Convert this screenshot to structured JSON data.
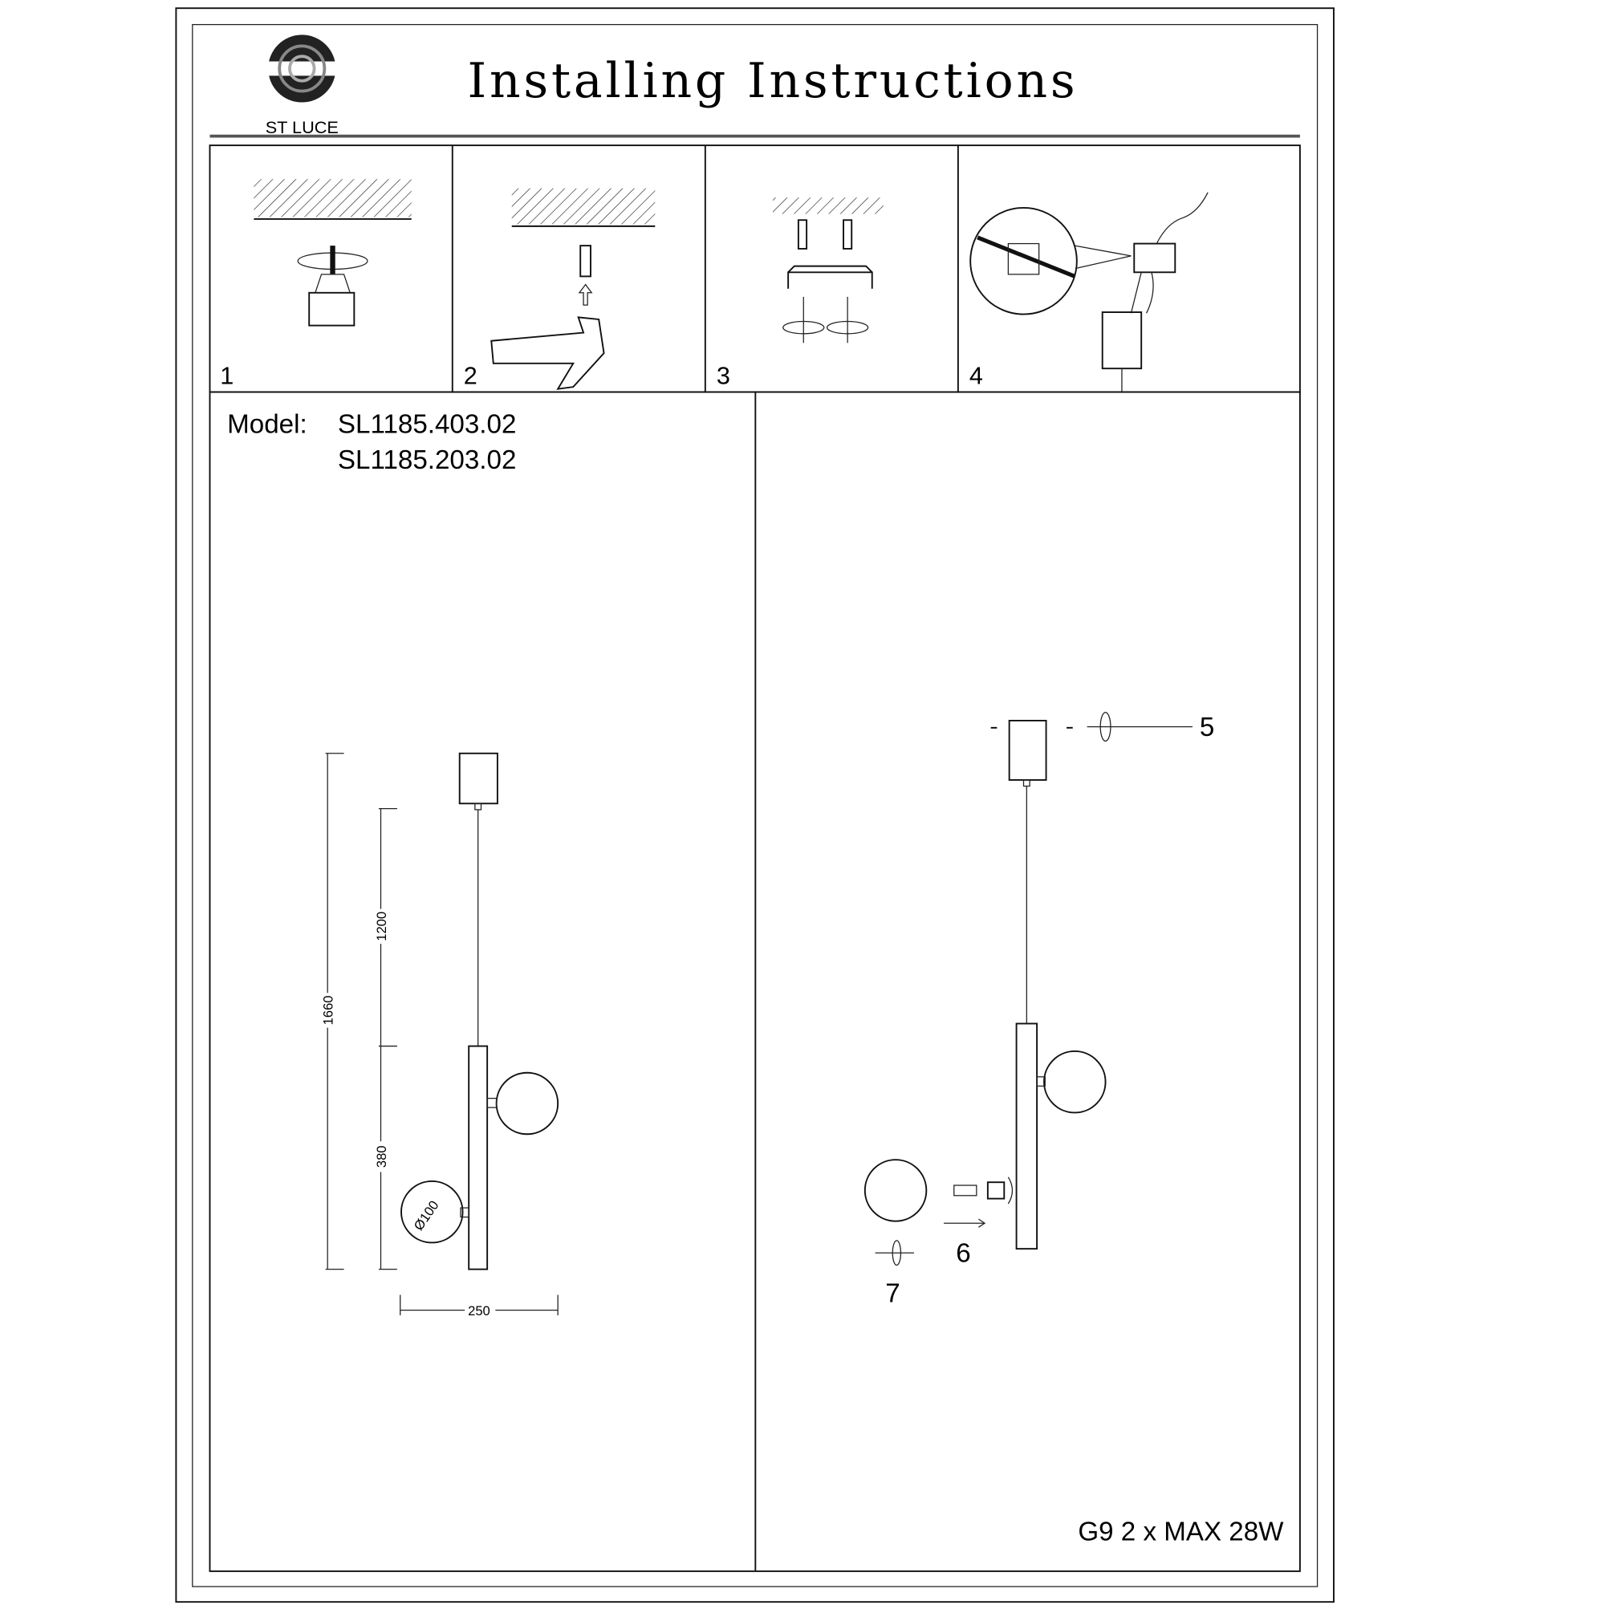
{
  "header": {
    "brand": "ST LUCE",
    "title": "Installing Instructions"
  },
  "steps": [
    {
      "number": "1"
    },
    {
      "number": "2"
    },
    {
      "number": "3"
    },
    {
      "number": "4"
    }
  ],
  "model": {
    "label": "Model:",
    "codes": [
      "SL1185.403.02",
      "SL1185.203.02"
    ]
  },
  "dimensions": {
    "total_height": "1660",
    "cable_length": "1200",
    "body_length": "380",
    "width": "250",
    "globe_diameter": "Ø100"
  },
  "assembly_steps": [
    "5",
    "6",
    "7"
  ],
  "spec": "G9 2 x MAX 28W"
}
